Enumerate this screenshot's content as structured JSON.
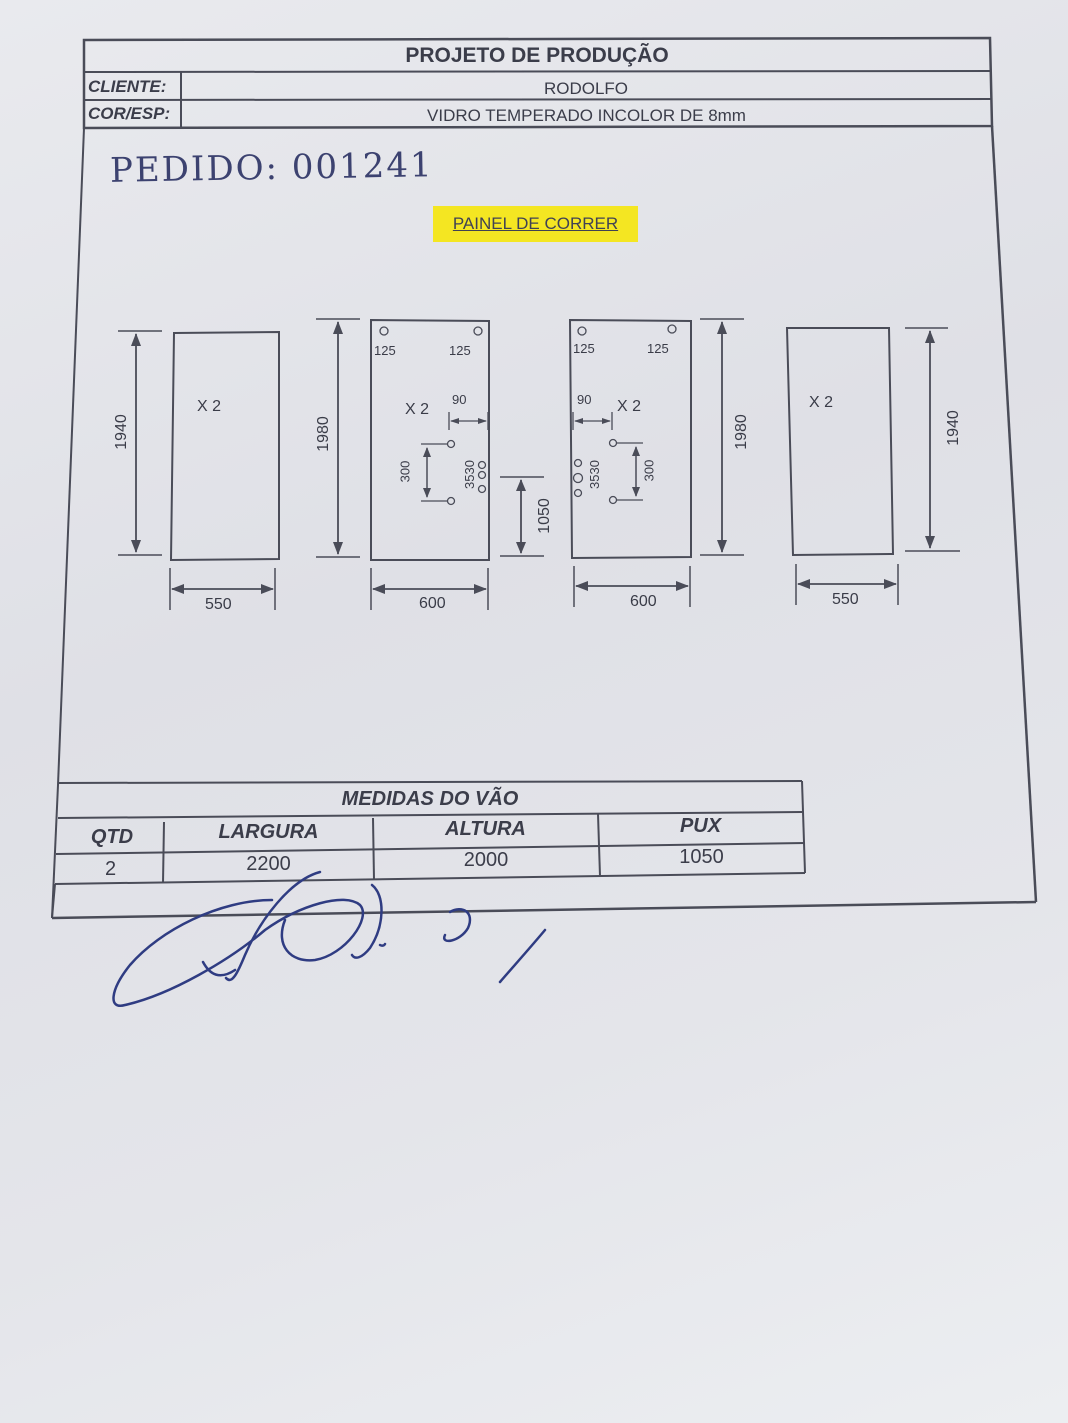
{
  "header": {
    "title": "PROJETO DE PRODUÇÃO",
    "client_label": "CLIENTE:",
    "client_value": "RODOLFO",
    "color_label": "COR/ESP:",
    "color_value": "VIDRO TEMPERADO INCOLOR DE 8mm"
  },
  "order_note": "PEDIDO: 001241",
  "panel_badge": {
    "label": "PAINEL DE CORRER",
    "color": "#f4e622"
  },
  "panels": [
    {
      "width": "550",
      "height": "1940",
      "qty": "X 2"
    },
    {
      "width": "600",
      "height": "1980",
      "qty": "X 2",
      "holes_top_left": "125",
      "holes_top_right": "125",
      "handle_offset": "90",
      "handle_length": "300",
      "hole_spacing": "3530",
      "handle_height": "1050"
    },
    {
      "width": "600",
      "height": "1980",
      "qty": "X 2",
      "holes_top_left": "125",
      "holes_top_right": "125",
      "handle_offset": "90",
      "handle_length": "300",
      "hole_spacing": "3530"
    },
    {
      "width": "550",
      "height": "1940",
      "qty": "X 2"
    }
  ],
  "table": {
    "title": "MEDIDAS DO VÃO",
    "headers": [
      "QTD",
      "LARGURA",
      "ALTURA",
      "PUX"
    ],
    "rows": [
      [
        "2",
        "2200",
        "2000",
        "1050"
      ]
    ]
  },
  "signature": "signature"
}
